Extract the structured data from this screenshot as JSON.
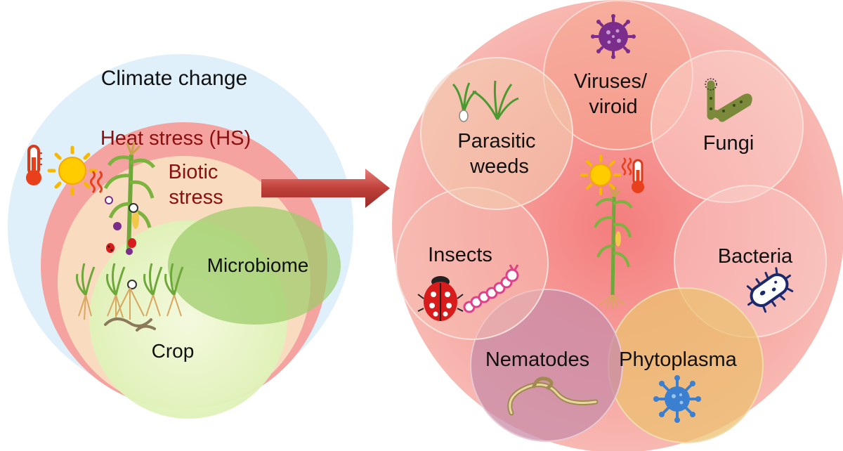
{
  "left_panel": {
    "climate_label": "Climate change",
    "heat_label": "Heat stress (HS)",
    "biotic_line1": "Biotic",
    "biotic_line2": "stress",
    "microbiome_label": "Microbiome",
    "crop_label": "Crop",
    "icons": [
      "thermometer-icon",
      "sun-icon",
      "heat-waves-icon",
      "maize-plant-icon",
      "wheat-plant-icon",
      "ladybug-icon",
      "virus-icon",
      "nematode-icon"
    ]
  },
  "right_panel": {
    "viruses_line1": "Viruses/",
    "viruses_line2": "viroid",
    "fungi_label": "Fungi",
    "bacteria_label": "Bacteria",
    "phytoplasma_label": "Phytoplasma",
    "nematodes_label": "Nematodes",
    "insects_label": "Insects",
    "weeds_line1": "Parasitic",
    "weeds_line2": "weeds",
    "icons": [
      "virus-icon",
      "fungi-icon",
      "bacteria-icon",
      "phytoplasma-icon",
      "nematode-icon",
      "ladybug-icon",
      "caterpillar-icon",
      "weed-icon",
      "sun-icon",
      "thermometer-icon",
      "maize-plant-icon"
    ]
  },
  "colors": {
    "climate": "#dff0fa",
    "heat": "#f5a3a0",
    "biotic": "#f9dcc0",
    "crop": "#e8f6c8",
    "microbiome": "#9ccc6a",
    "biotic_text": "#8b1010",
    "arrow": "#c0403a",
    "right_bg": "#f6a5a3",
    "virus_purple": "#7a2d8a",
    "bacteria_navy": "#1a2a6c",
    "phytoplasma_blue": "#3a7fd0",
    "ladybug_red": "#d81b1b"
  }
}
